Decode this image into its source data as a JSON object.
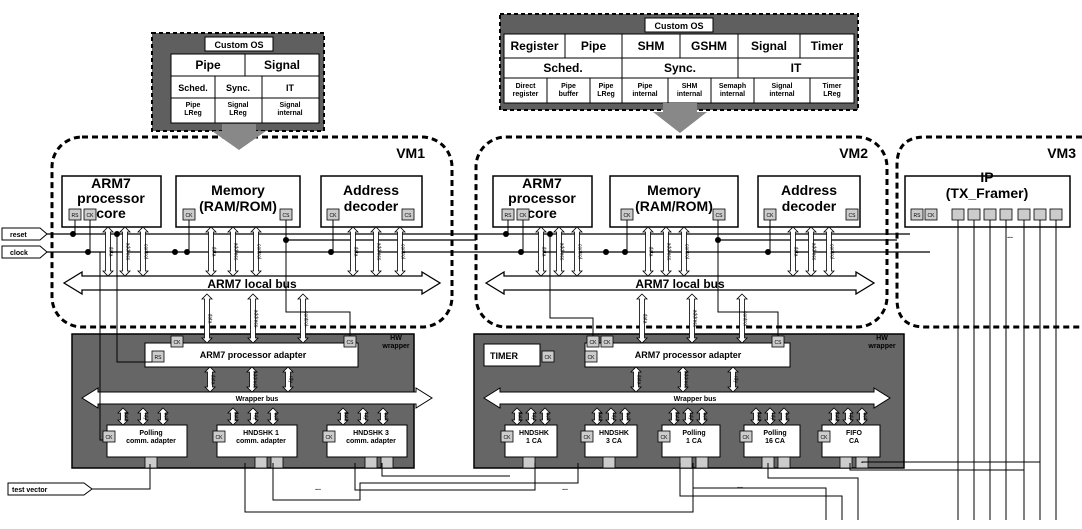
{
  "vm1": {
    "label": "VM1",
    "os": {
      "title": "Custom OS",
      "row1": [
        "Pipe",
        "Signal"
      ],
      "row2": [
        "Sched.",
        "Sync.",
        "IT"
      ],
      "row3": [
        "Pipe\nLReg",
        "Signal\nLReg",
        "Signal\ninternal"
      ]
    },
    "cpu": "ARM7\nprocessor\ncore",
    "mem": "Memory\n(RAM/ROM)",
    "dec": "Address\ndecoder",
    "bus": "ARM7 local bus",
    "wrapper": {
      "label": "HW\nwrapper",
      "adapter": "ARM7 processor adapter",
      "bus": "Wrapper bus",
      "cas": [
        "Polling\ncomm. adapter",
        "HNDSHK  1\ncomm. adapter",
        "HNDSHK  3\ncomm. adapter"
      ]
    }
  },
  "vm2": {
    "label": "VM2",
    "os": {
      "title": "Custom OS",
      "row1": [
        "Register",
        "Pipe",
        "SHM",
        "GSHM",
        "Signal",
        "Timer"
      ],
      "row2": [
        "Sched.",
        "Sync.",
        "IT"
      ],
      "row3": [
        "Direct\nregister",
        "Pipe\nbuffer",
        "Pipe\nLReg",
        "Pipe\ninternal",
        "SHM\ninternal",
        "Semaph\ninternal",
        "Signal\ninternal",
        "Timer\nLReg"
      ]
    },
    "cpu": "ARM7\nprocessor\ncore",
    "mem": "Memory\n(RAM/ROM)",
    "dec": "Address\ndecoder",
    "bus": "ARM7 local bus",
    "wrapper": {
      "label": "HW\nwrapper",
      "timer": "TIMER",
      "adapter": "ARM7 processor adapter",
      "bus": "Wrapper bus",
      "cas": [
        "HNDSHK\n1 CA",
        "HNDSHK\n3 CA",
        "Polling\n1 CA",
        "Polling\n16 CA",
        "FIFO\nCA"
      ]
    }
  },
  "vm3": {
    "label": "VM3",
    "ip": "IP\n(TX_Framer)"
  },
  "pins": {
    "rs": "RS",
    "ck": "CK",
    "cs": "CS"
  },
  "signals": {
    "reset": "reset",
    "clock": "clock",
    "test_vector": "test vector",
    "ellipsis": "..."
  },
  "bus_lines": {
    "data": "data",
    "address": "address",
    "control": "control",
    "rdy": "rdy",
    "ack": "ack"
  },
  "colors": {
    "wrapper_fill": "#666666",
    "os_fill": "#5f5f5f",
    "line": "#000000",
    "white": "#ffffff"
  }
}
